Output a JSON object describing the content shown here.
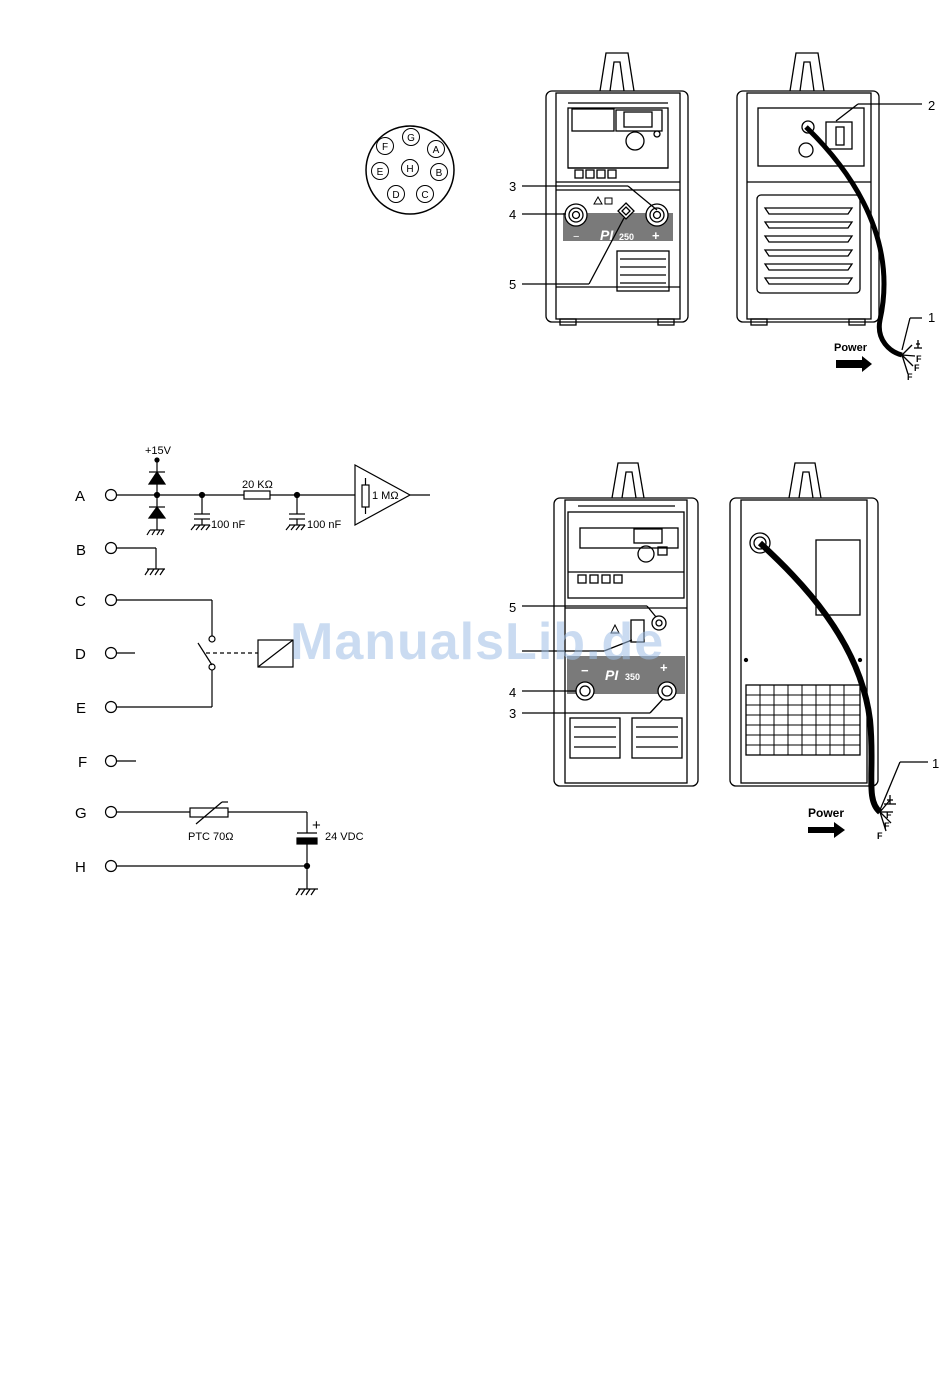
{
  "connector": {
    "pins": [
      "F",
      "G",
      "A",
      "E",
      "H",
      "B",
      "D",
      "C"
    ]
  },
  "schematic": {
    "pins": [
      "A",
      "B",
      "C",
      "D",
      "E",
      "F",
      "G",
      "H"
    ],
    "labels": {
      "v15": "+15V",
      "r20k": "20 KΩ",
      "c1": "100 nF",
      "c2": "100 nF",
      "r1m": "1 MΩ",
      "ptc": "PTC 70Ω",
      "plus": "+",
      "vdc": "24 VDC"
    }
  },
  "pi250": {
    "brand": "PI",
    "model": "250",
    "front_minus": "−",
    "front_plus": "+",
    "callouts": [
      "3",
      "4",
      "5"
    ],
    "rear_callouts": [
      "2",
      "1"
    ],
    "power_label": "Power",
    "earth_letters": [
      "F",
      "F",
      "F"
    ]
  },
  "pi350": {
    "brand": "PI",
    "model": "350",
    "front_minus": "−",
    "front_plus": "+",
    "callouts": [
      "5",
      "4",
      "3"
    ],
    "rear_callouts": [
      "1"
    ],
    "power_label": "Power",
    "earth_letters": [
      "F",
      "F",
      "F"
    ]
  },
  "watermark": "ManualsLib.de"
}
